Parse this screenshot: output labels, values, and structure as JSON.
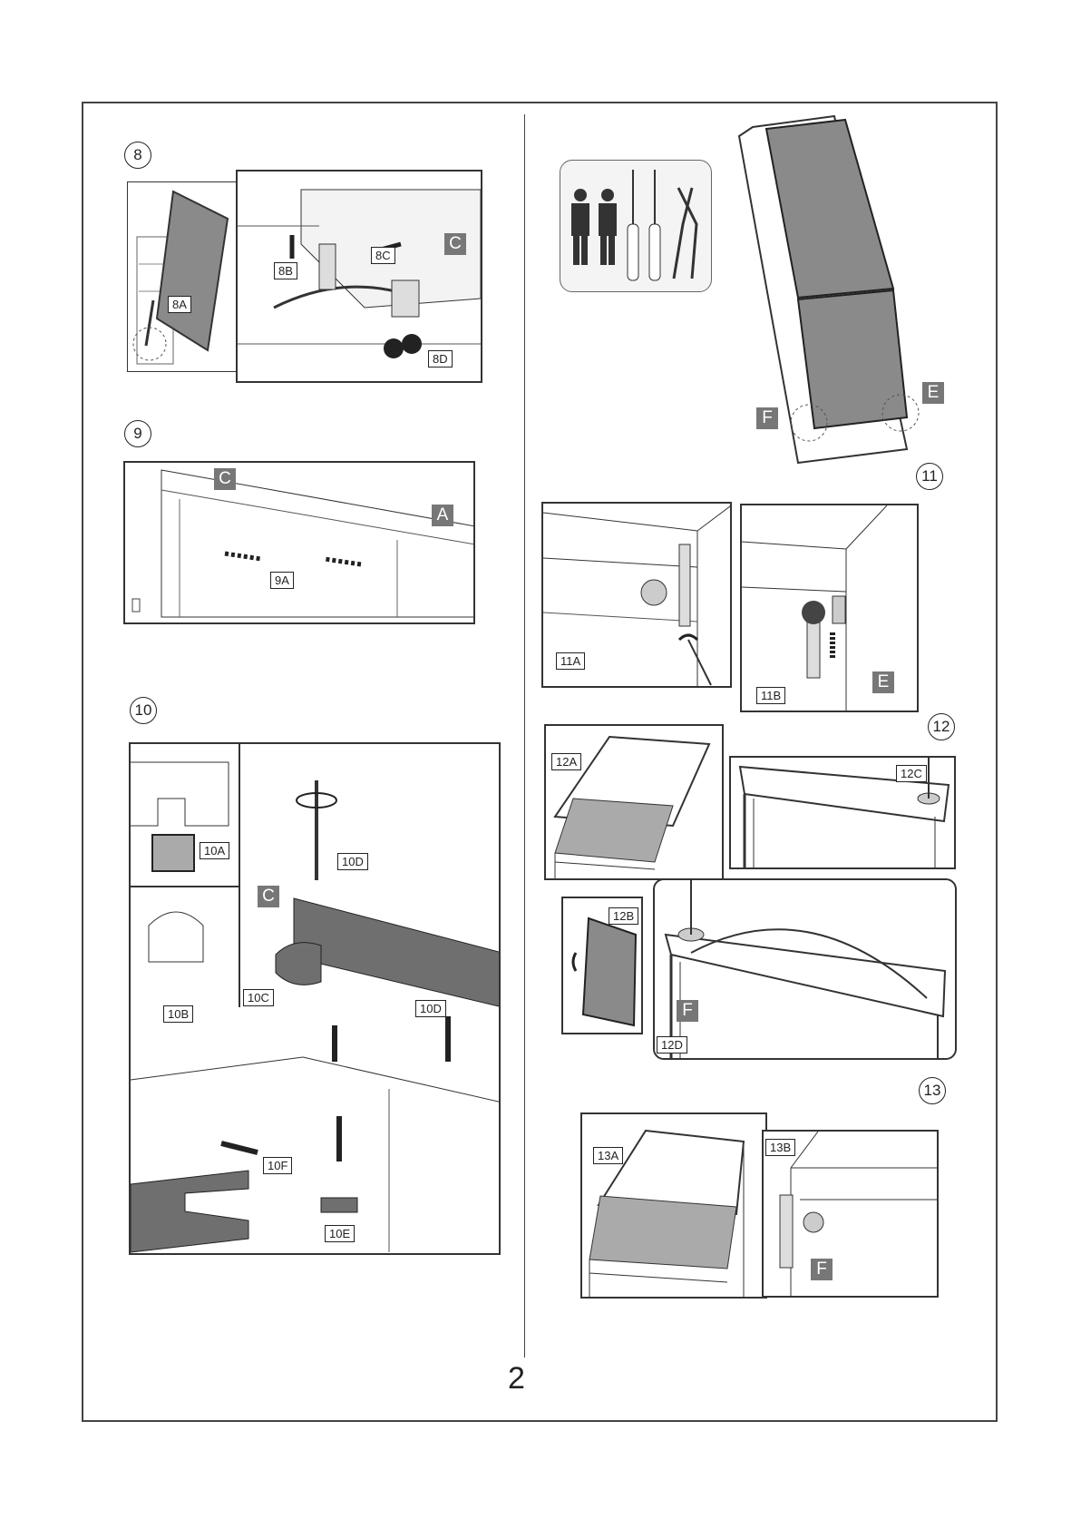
{
  "page": {
    "number": "2"
  },
  "steps": {
    "s8": "8",
    "s9": "9",
    "s10": "10",
    "s11": "11",
    "s12": "12",
    "s13": "13"
  },
  "tags": {
    "t8a": "8A",
    "t8b": "8B",
    "t8c": "8C",
    "t8d": "8D",
    "t9a": "9A",
    "t10a": "10A",
    "t10b": "10B",
    "t10c": "10C",
    "t10d1": "10D",
    "t10d2": "10D",
    "t10e": "10E",
    "t10f": "10F",
    "t11a": "11A",
    "t11b": "11B",
    "t12a": "12A",
    "t12b": "12B",
    "t12c": "12C",
    "t12d": "12D",
    "t13a": "13A",
    "t13b": "13B"
  },
  "letters": {
    "l8c": "C",
    "l9c": "C",
    "l9a": "A",
    "l10c": "C",
    "l11e": "E",
    "l11f": "F",
    "l11b_e": "E",
    "l12f": "F",
    "l13f": "F"
  },
  "icons": [
    "two-persons-icon",
    "flat-screwdriver-icon",
    "phillips-screwdriver-icon",
    "pliers-icon"
  ],
  "colors": {
    "line": "#333333",
    "door_fill": "#8a8a8a",
    "label_fill": "#777777"
  }
}
